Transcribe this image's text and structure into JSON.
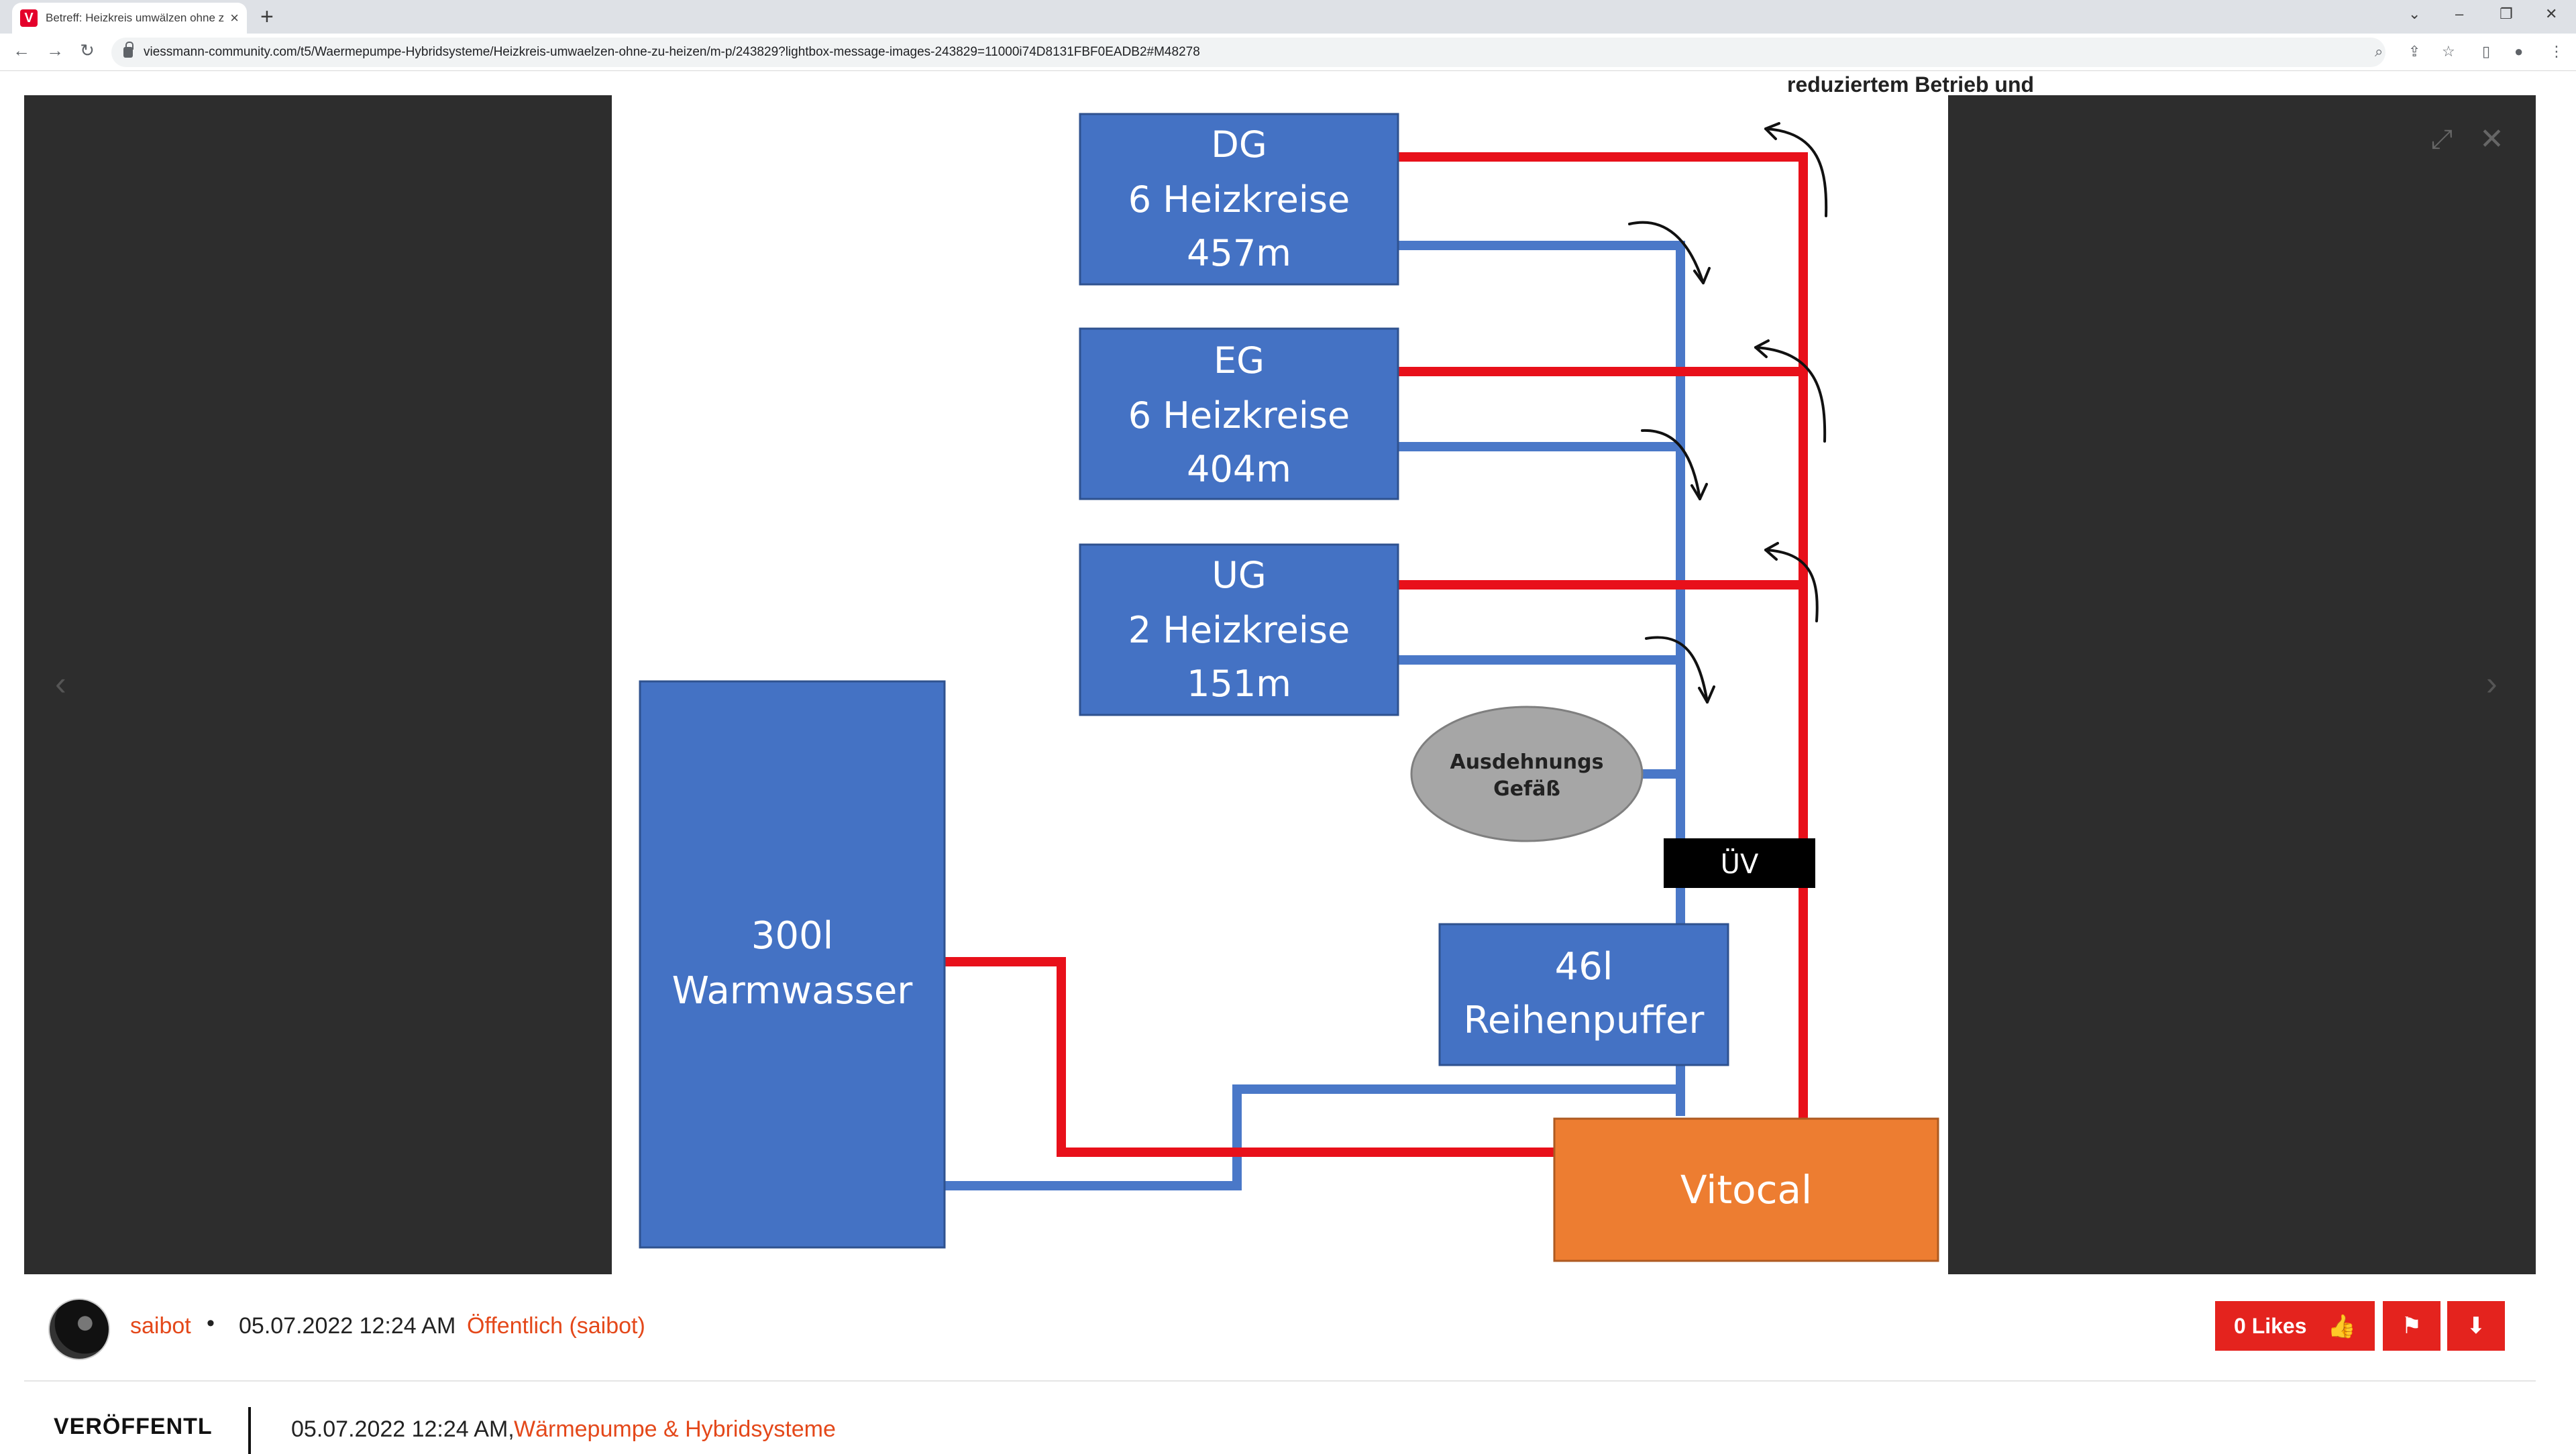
{
  "browser": {
    "tab_title": "Betreff: Heizkreis umwälzen ohne zu heizen",
    "tab_close": "×",
    "new_tab": "+",
    "url": "viessmann-community.com/t5/Waermepumpe-Hybridsysteme/Heizkreis-umwaelzen-ohne-zu-heizen/m-p/243829?lightbox-message-images-243829=11000i74D8131FBF0EADB2#M48278",
    "back": "←",
    "forward": "→",
    "reload": "↻",
    "zoom": "⌕",
    "share": "⇪",
    "star": "☆",
    "sidepanel": "▯",
    "profile": "●",
    "menu": "⋮",
    "win_minimize": "–",
    "win_restore": "❐",
    "win_close": "✕",
    "tab_dropdown": "⌄"
  },
  "page_behind": {
    "text": "reduziertem Betrieb und"
  },
  "lightbox": {
    "prev": "‹",
    "next": "›",
    "expand": "⤢",
    "close": "✕",
    "diagram": {
      "dg": {
        "line1": "DG",
        "line2": "6 Heizkreise",
        "line3": "457m"
      },
      "eg": {
        "line1": "EG",
        "line2": "6 Heizkreise",
        "line3": "404m"
      },
      "ug": {
        "line1": "UG",
        "line2": "2 Heizkreise",
        "line3": "151m"
      },
      "warmwasser": {
        "line1": "300l",
        "line2": "Warmwasser"
      },
      "ausdehnung": {
        "line1": "Ausdehnungs",
        "line2": "Gefäß"
      },
      "uv": "ÜV",
      "puffer": {
        "line1": "46l",
        "line2": "Reihenpuffer"
      },
      "vitocal": "Vitocal",
      "colors": {
        "box": "#4472c4",
        "supply": "#e8101a",
        "return": "#4a78c8",
        "vitocal": "#ed7d31",
        "vessel": "#a6a6a6"
      }
    }
  },
  "info": {
    "author": "saibot",
    "dot": "•",
    "date": "05.07.2022 12:24 AM",
    "visibility": "Öffentlich (saibot)",
    "likes": "0 Likes",
    "like_icon": "👍",
    "flag_icon": "⚑",
    "download_icon": "⬇"
  },
  "meta": {
    "label": "VERÖFFENTL",
    "date": "05.07.2022 12:24 AM,",
    "category": "Wärmepumpe & Hybridsysteme"
  }
}
